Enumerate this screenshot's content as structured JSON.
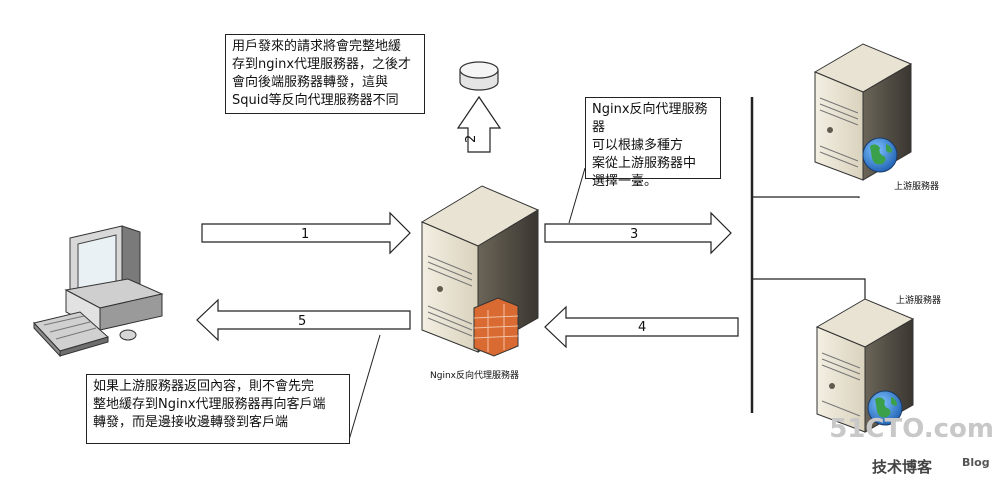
{
  "notes": {
    "cache_note": [
      "用戶發來的請求將會完整地緩",
      "存到nginx代理服務器，之後才",
      "會向後端服務器轉發，這與",
      "Squid等反向代理服務器不同"
    ],
    "select_note": [
      "Nginx反向代理服務器",
      "可以根據多種方",
      "案從上游服務器中",
      "選擇一臺。"
    ],
    "return_note": [
      "如果上游服務器返回內容，則不會先完",
      "整地緩存到Nginx代理服務器再向客戶端",
      "轉發，而是邊接收邊轉發到客戶端"
    ]
  },
  "arrows": {
    "a1": "1",
    "a2": "2",
    "a3": "3",
    "a4": "4",
    "a5": "5"
  },
  "labels": {
    "proxy": "Nginx反向代理服務器",
    "upstream_top": "上游服務器",
    "upstream_bottom": "上游服務器"
  },
  "watermark": {
    "site": "51CTO.com",
    "tagline": "技术博客",
    "blog": "Blog"
  }
}
